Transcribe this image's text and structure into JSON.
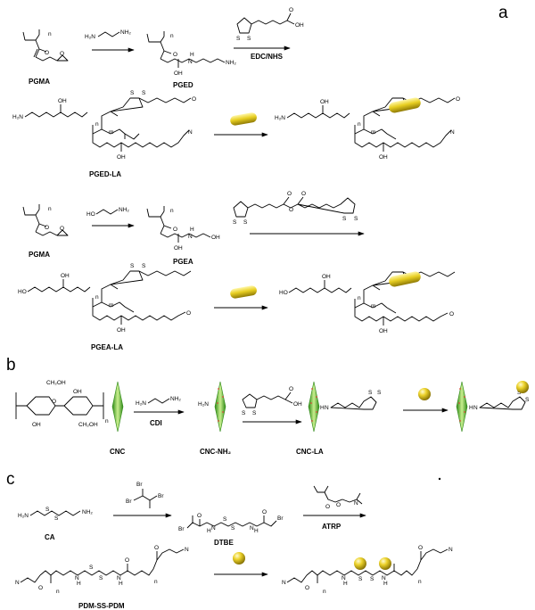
{
  "panels": {
    "a": "a",
    "b": "b",
    "c": "c"
  },
  "compounds": {
    "pgma_1": "PGMA",
    "pged": "PGED",
    "pged_la": "PGED-LA",
    "pgma_2": "PGMA",
    "pgea": "PGEA",
    "pgea_la": "PGEA-LA",
    "cnc": "CNC",
    "cnc_nh2": "CNC-NH₂",
    "cnc_la": "CNC-LA",
    "ca": "CA",
    "dtbe": "DTBE",
    "pdm_ss_pdm": "PDM-SS-PDM"
  },
  "reagents": {
    "edc_nhs": "EDC/NHS",
    "cdi": "CDI",
    "atrp": "ATRP"
  },
  "atoms": {
    "n": "n",
    "m": "m",
    "o": "O",
    "oh": "OH",
    "ho": "HO",
    "nh2": "NH₂",
    "h2n": "H₂N",
    "h": "H",
    "n_atom": "N",
    "s": "S",
    "br": "Br",
    "ch2oh": "CH₂OH",
    "hn": "H"
  },
  "colors": {
    "gold_light": "#fff38a",
    "gold_mid": "#e3c81a",
    "gold_dark": "#8f7a05",
    "cnc_light": "#c9ef8e",
    "cnc_dark": "#3f9a1e",
    "cnc_dot": "#e0463a"
  }
}
